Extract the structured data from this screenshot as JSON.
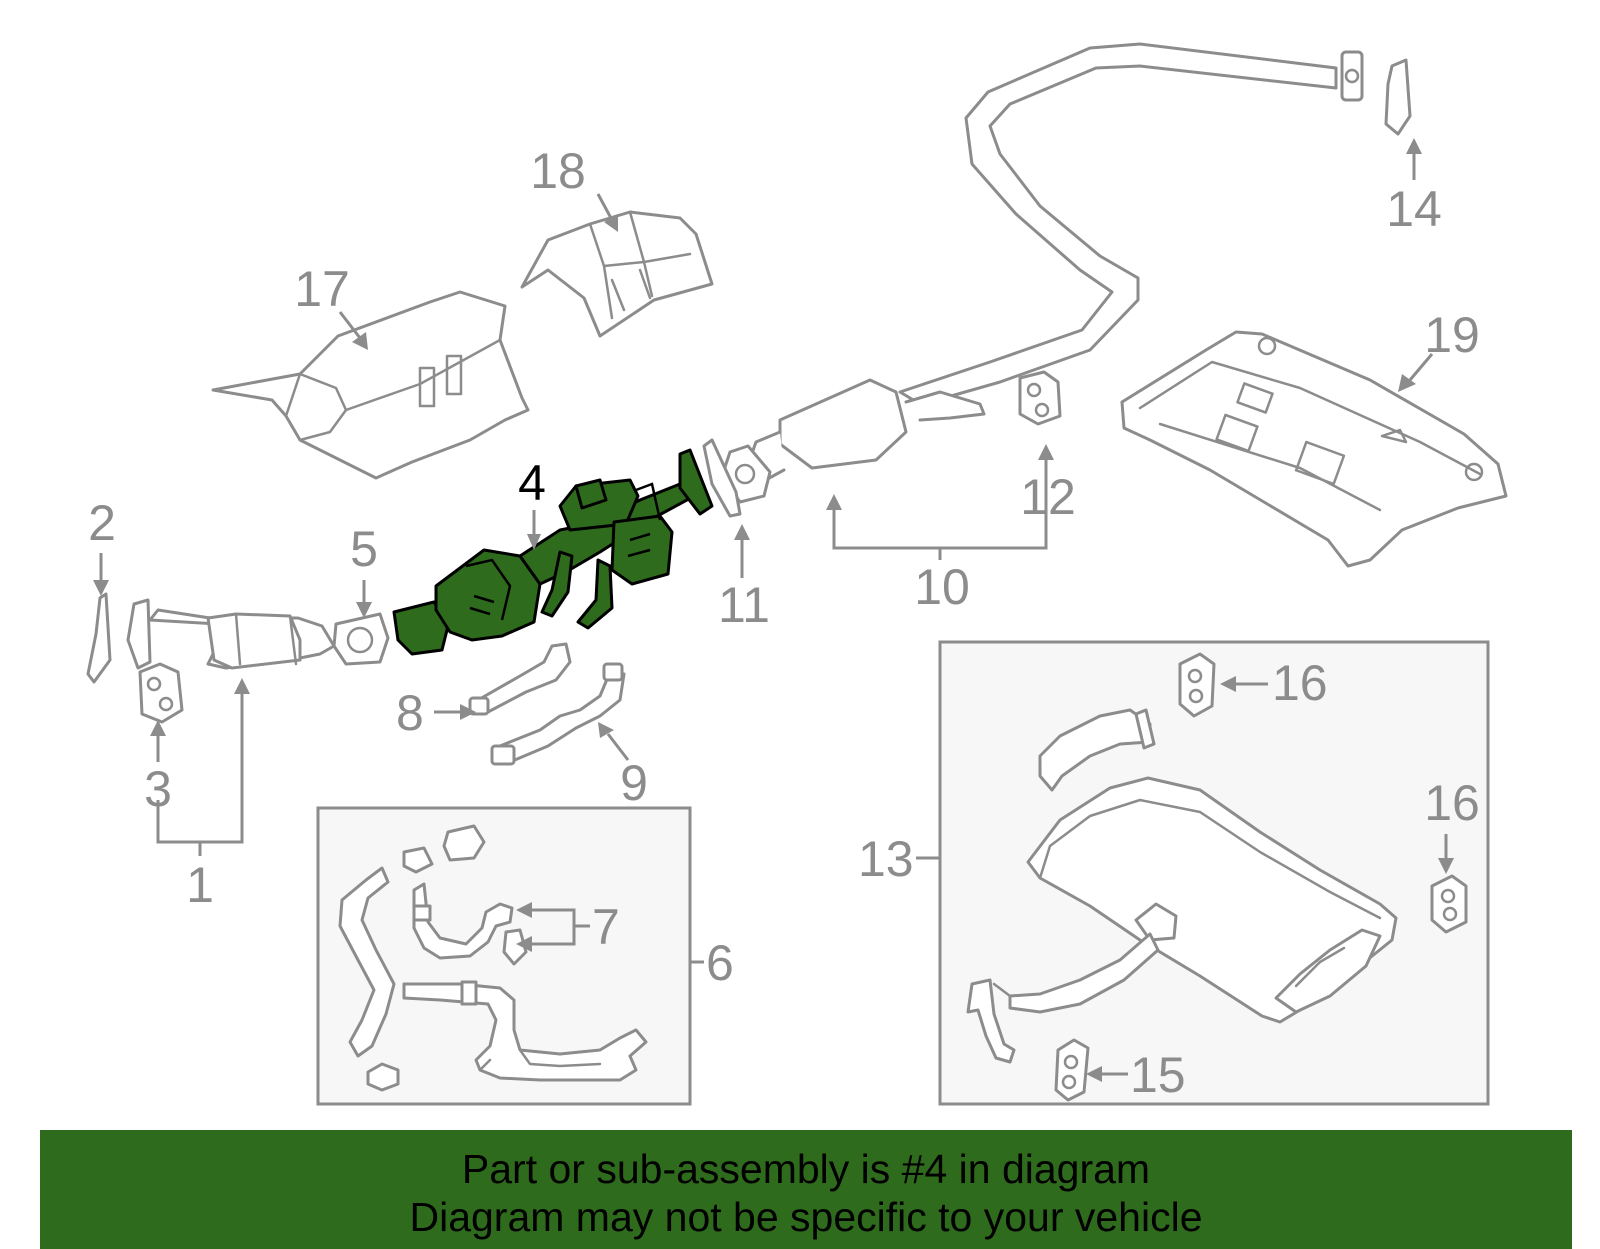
{
  "colors": {
    "highlight_fill": "#2e6b1c",
    "banner_bg": "#2e6b1c",
    "line_gray": "#8c8c8c"
  },
  "callouts": {
    "c1": "1",
    "c2": "2",
    "c3": "3",
    "c4": "4",
    "c5": "5",
    "c6": "6",
    "c7": "7",
    "c8": "8",
    "c9": "9",
    "c10": "10",
    "c11": "11",
    "c12": "12",
    "c13": "13",
    "c14": "14",
    "c15": "15",
    "c16a": "16",
    "c16b": "16",
    "c17": "17",
    "c18": "18",
    "c19": "19"
  },
  "banner": {
    "line1": "Part or sub-assembly is #4 in diagram",
    "line2": "Diagram may not be specific to your vehicle"
  }
}
